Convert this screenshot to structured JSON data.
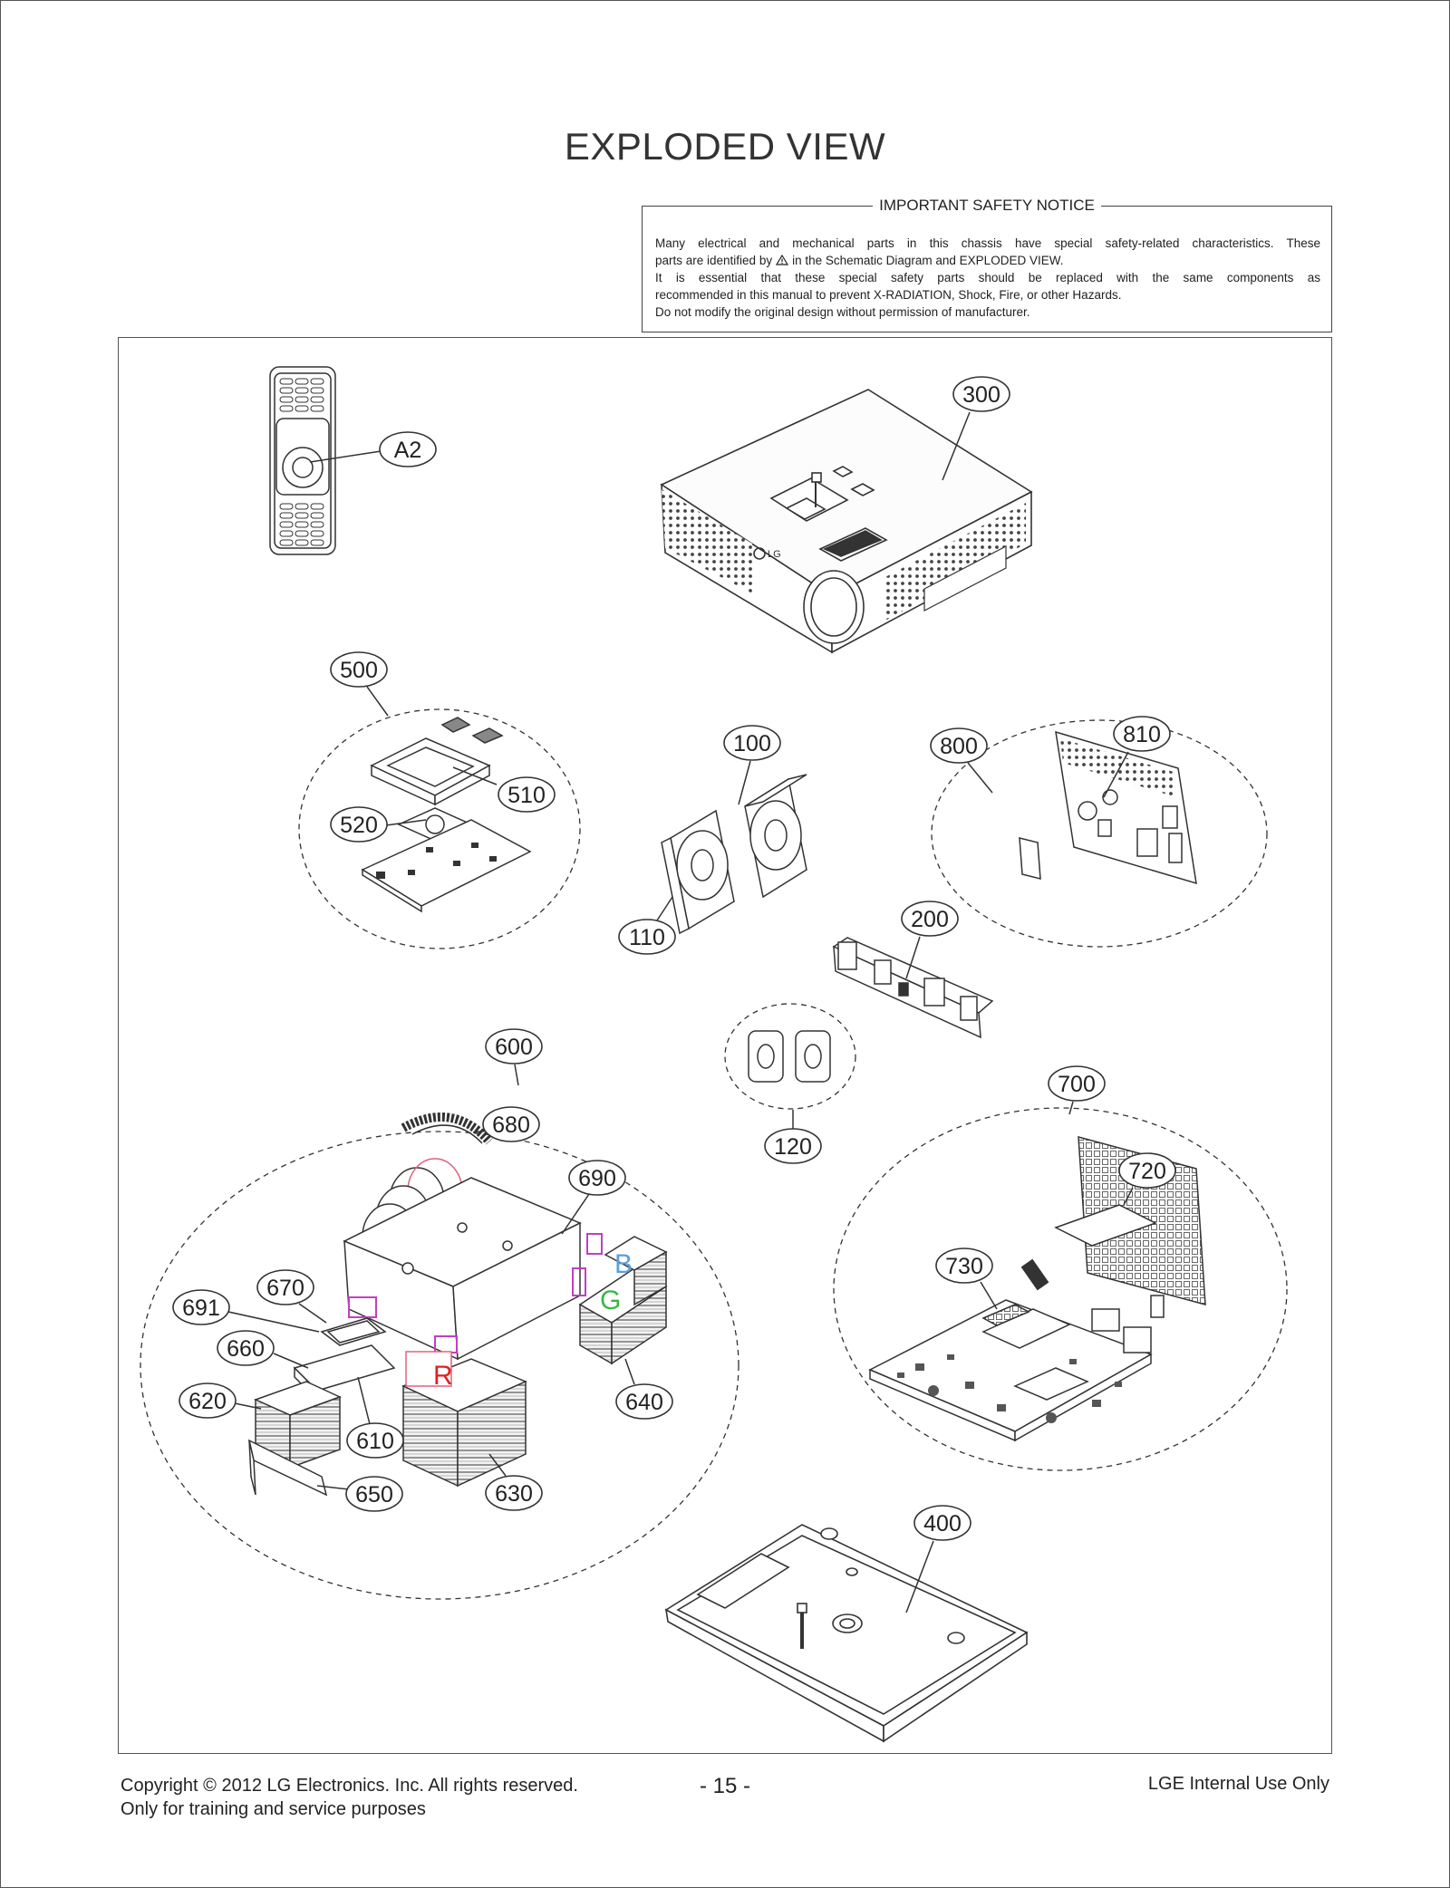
{
  "page": {
    "title": "EXPLODED VIEW"
  },
  "notice": {
    "title": "IMPORTANT SAFETY NOTICE",
    "lines": [
      "Many electrical and mechanical parts in this chassis have special safety-related characteristics. These",
      "It is essential that these special safety parts should be replaced with the same components as",
      "recommended in this manual to prevent X-RADIATION, Shock, Fire, or other Hazards.",
      "Do not modify the original design without permission of manufacturer."
    ],
    "identified_before": "parts are identified by",
    "identified_after": "in the Schematic Diagram and EXPLODED VIEW."
  },
  "callouts": [
    "A2",
    "300",
    "500",
    "510",
    "520",
    "100",
    "110",
    "800",
    "810",
    "200",
    "120",
    "600",
    "680",
    "690",
    "670",
    "691",
    "660",
    "620",
    "610",
    "650",
    "630",
    "640",
    "700",
    "720",
    "730",
    "400"
  ],
  "color_labels": {
    "red": "R",
    "green": "G",
    "blue": "B"
  },
  "colors": {
    "red": "#e02020",
    "green": "#3cb54a",
    "blue": "#5aa0d8",
    "magenta": "#c040c0",
    "line": "#333333"
  },
  "footer": {
    "copyright": "Copyright  © 2012  LG Electronics. Inc. All rights reserved.",
    "purpose": "Only for training and service purposes",
    "page_number": "- 15 -",
    "internal": "LGE Internal Use Only"
  }
}
